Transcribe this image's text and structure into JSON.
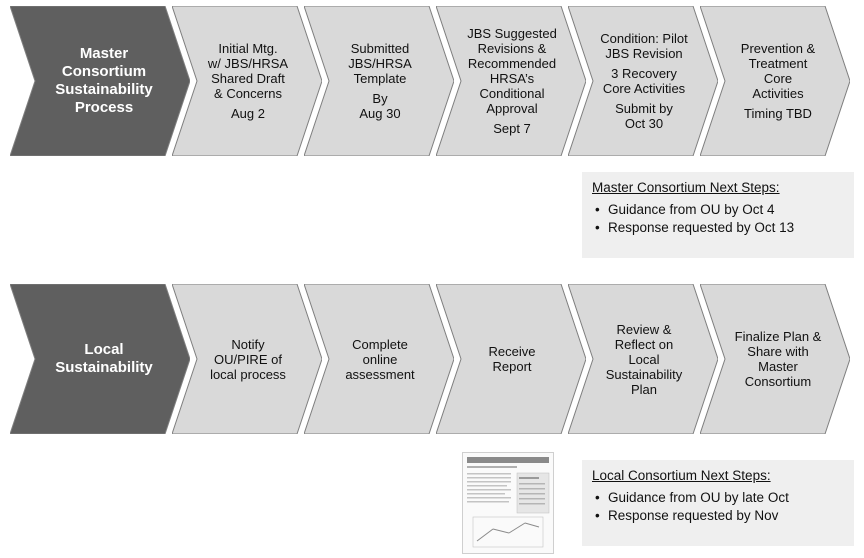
{
  "colors": {
    "head_fill": "#5f5f5f",
    "step_fill": "#d9d9d9",
    "stroke": "#7f7f7f",
    "panel_fill": "#efefef"
  },
  "master": {
    "head": [
      "Master",
      "Consortium",
      "Sustainability",
      "Process"
    ],
    "steps": [
      {
        "lines": [
          "Initial Mtg.",
          "w/ JBS/HRSA"
        ],
        "sub": [
          "Shared Draft",
          "& Concerns"
        ],
        "date": [
          "Aug 2"
        ]
      },
      {
        "lines": [
          "Submitted",
          "JBS/HRSA",
          "Template"
        ],
        "sub": [
          "By",
          "Aug 30"
        ],
        "date": []
      },
      {
        "lines": [
          "JBS Suggested",
          "Revisions &",
          "Recommended",
          "HRSA’s",
          "Conditional",
          "Approval"
        ],
        "sub": [
          "Sept 7"
        ],
        "date": []
      },
      {
        "lines": [
          "Condition: Pilot",
          "JBS Revision"
        ],
        "sub": [
          "3 Recovery",
          "Core Activities"
        ],
        "date": [
          "Submit by",
          "Oct 30"
        ]
      },
      {
        "lines": [
          "Prevention &",
          "Treatment",
          "Core",
          "Activities"
        ],
        "sub": [
          "Timing TBD"
        ],
        "date": []
      }
    ],
    "next_title": "Master Consortium Next Steps:",
    "next_items": [
      "Guidance from OU by Oct 4",
      "Response requested by Oct 13"
    ]
  },
  "local": {
    "head": [
      "Local",
      "Sustainability"
    ],
    "steps": [
      {
        "lines": [
          "Notify",
          "OU/PIRE of",
          "local process"
        ],
        "sub": [],
        "date": []
      },
      {
        "lines": [
          "Complete",
          "online",
          "assessment"
        ],
        "sub": [],
        "date": []
      },
      {
        "lines": [
          "Receive",
          "Report"
        ],
        "sub": [],
        "date": []
      },
      {
        "lines": [
          "Review &",
          "Reflect on",
          "Local",
          "Sustainability",
          "Plan"
        ],
        "sub": [],
        "date": []
      },
      {
        "lines": [
          "Finalize Plan &",
          "Share with",
          "Master",
          "Consortium"
        ],
        "sub": [],
        "date": []
      }
    ],
    "next_title": "Local Consortium Next Steps:",
    "next_items": [
      "Guidance from OU by late Oct",
      "Response requested by Nov"
    ]
  },
  "thumbnail": {
    "icon": "report-thumbnail-icon"
  }
}
